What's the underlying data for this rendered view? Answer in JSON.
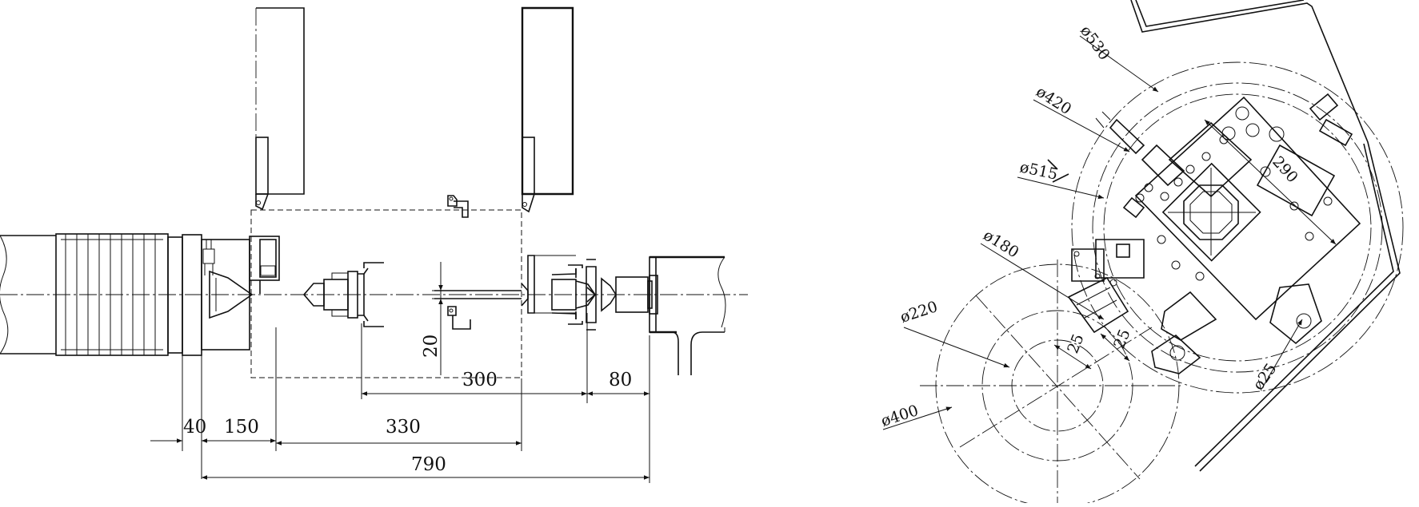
{
  "diagram": {
    "lathe_dimensions": {
      "d40": "40",
      "d150": "150",
      "d330": "330",
      "d790": "790",
      "d300": "300",
      "d80": "80",
      "d20": "20"
    },
    "turret_dimensions": {
      "dia530": "ø530",
      "dia420": "ø420",
      "dia515": "ø515",
      "dia180": "ø180",
      "dia220": "ø220",
      "dia400": "ø400",
      "d290": "290",
      "d25a": "25",
      "d25b": "25",
      "dia25": "ø25"
    }
  }
}
